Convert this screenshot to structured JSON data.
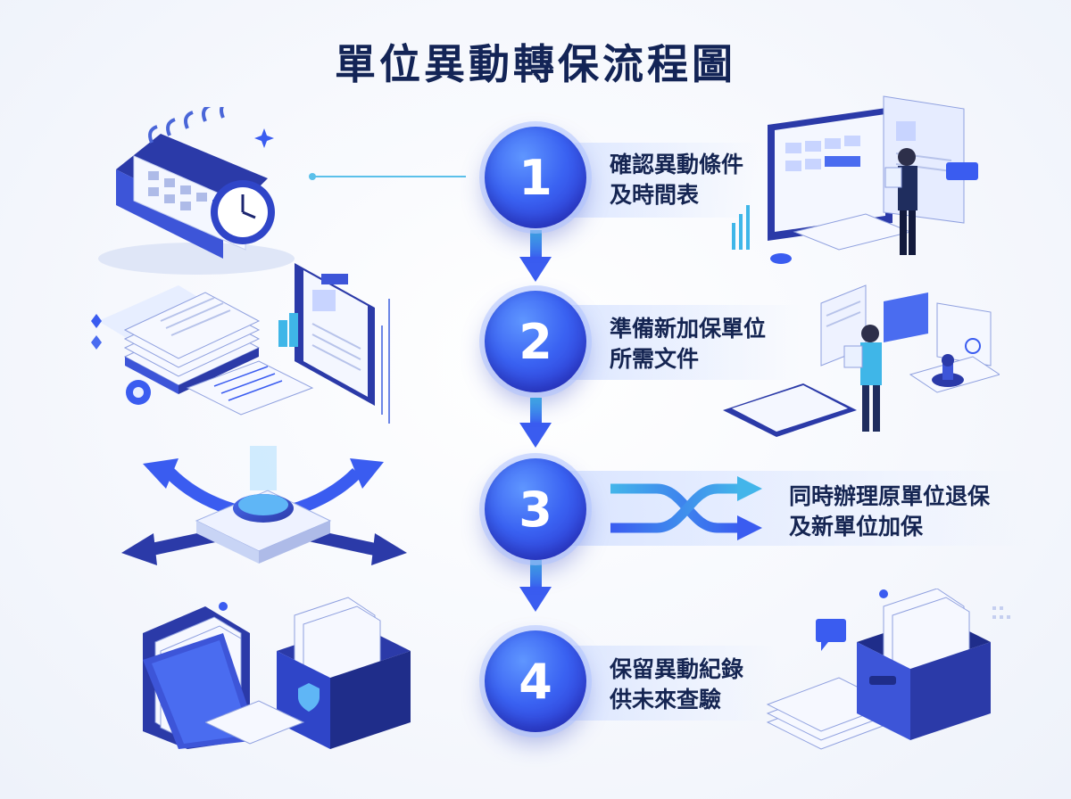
{
  "title": "單位異動轉保流程圖",
  "steps": [
    {
      "number": "1",
      "lines": [
        "確認異動條件",
        "及時間表"
      ]
    },
    {
      "number": "2",
      "lines": [
        "準備新加保單位",
        "所需文件"
      ]
    },
    {
      "number": "3",
      "lines": [
        "同時辦理原單位退保",
        "及新單位加保"
      ]
    },
    {
      "number": "4",
      "lines": [
        "保留異動紀錄",
        "供未來查驗"
      ]
    }
  ],
  "colors": {
    "title": "#132456",
    "circle": "#3a62f2",
    "arrow": "#3f66ef",
    "accent": "#3fb6e8"
  },
  "icons": [
    "calendar-clock-icon",
    "analyst-dashboard-icon",
    "document-stack-icon",
    "clipboard-icon",
    "employee-reviewing-documents-icon",
    "branching-arrows-hub-icon",
    "shuffle-arrows-icon",
    "folder-icon",
    "secure-file-box-icon",
    "archive-box-icon"
  ]
}
